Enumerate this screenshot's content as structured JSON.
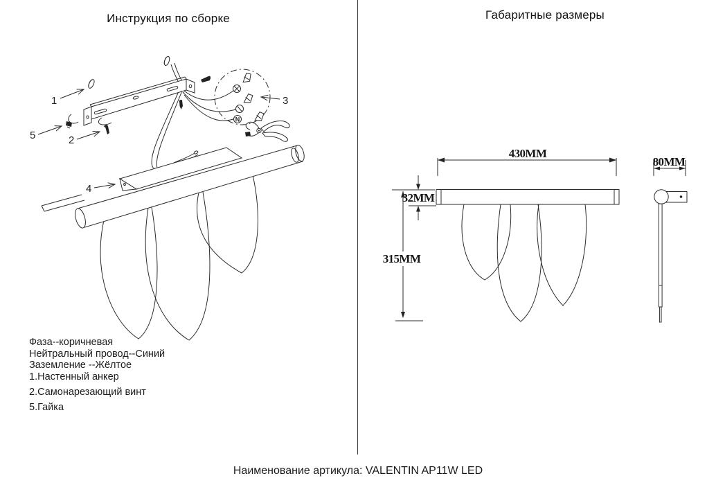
{
  "left_panel": {
    "title": "Инструкция по сборке",
    "callouts": {
      "n1": "1",
      "n2": "2",
      "n3": "3",
      "n4": "4",
      "n5": "5"
    },
    "connector_symbols": {
      "ground": "cross-circle",
      "live": "slash-circle",
      "neutral_label": "N"
    },
    "legend": [
      "Фаза--коричневая",
      "Нейтральный провод--Синий",
      "Заземление --Жёлтое",
      "1.Настенный анкер",
      "2.Самонарезающий винт",
      "5.Гайка"
    ]
  },
  "right_panel": {
    "title": "Габаритные размеры",
    "dims": {
      "width": "430MM",
      "bar_height": "32MM",
      "total_height": "315MM",
      "depth": "80MM"
    }
  },
  "footer": {
    "article": "Наименование артикула: VALENTIN AP11W LED"
  }
}
